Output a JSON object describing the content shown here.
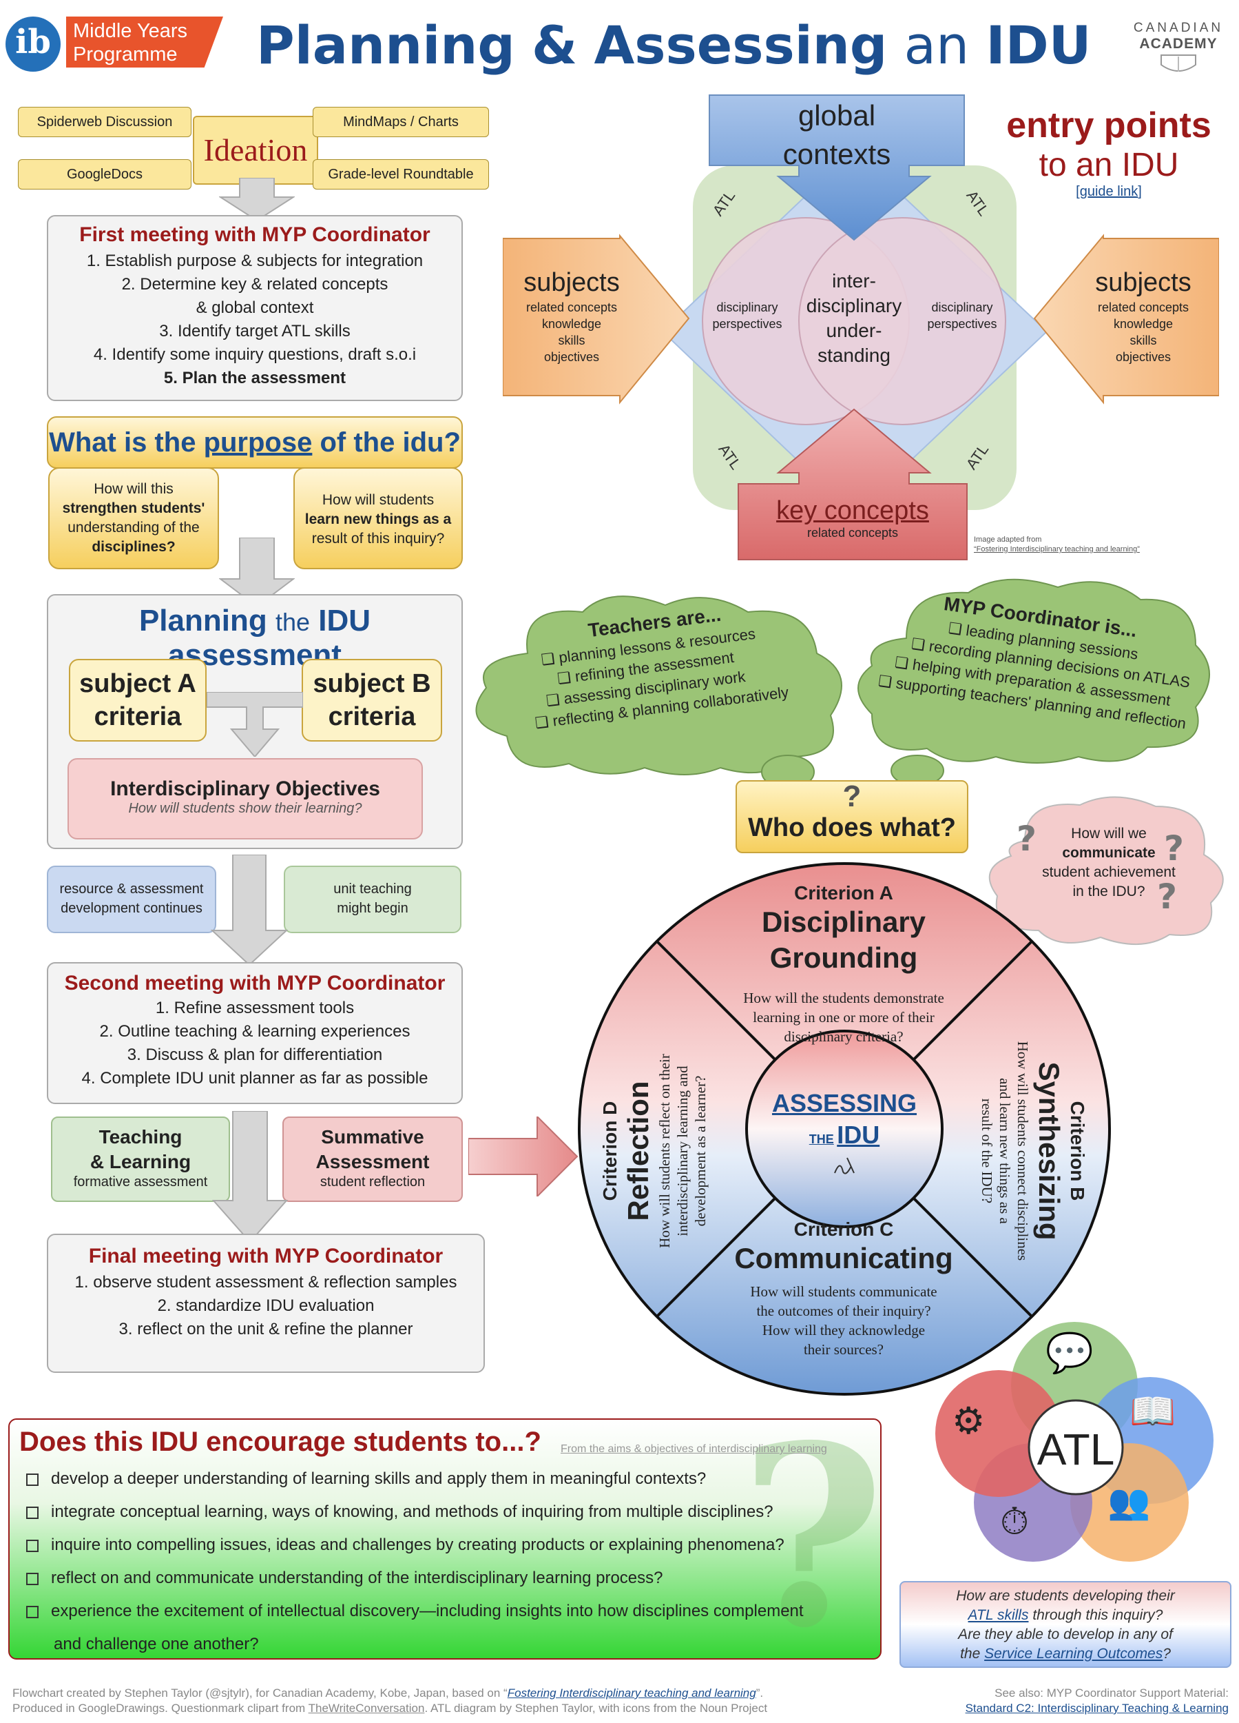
{
  "header": {
    "logo_ib": "ib",
    "logo_line1": "Middle Years",
    "logo_line2": "Programme",
    "title_planning": "Planning",
    "title_amp": "&",
    "title_assessing": "Assessing",
    "title_an": "an",
    "title_idu": "IDU",
    "school_line1": "CANADIAN",
    "school_line2": "ACADEMY"
  },
  "ideation": {
    "title": "Ideation",
    "tags": [
      "Spiderweb Discussion",
      "MindMaps / Charts",
      "GoogleDocs",
      "Grade-level Roundtable"
    ]
  },
  "first_meeting": {
    "title": "First meeting with MYP Coordinator",
    "steps": [
      "1.  Establish purpose & subjects for integration",
      "2.  Determine key & related concepts",
      "& global context",
      "3.  Identify target ATL skills",
      "4.  Identify some inquiry questions, draft s.o.i",
      "5.  Plan the assessment"
    ]
  },
  "purpose": {
    "q_a": "What is the",
    "q_b": "purpose",
    "q_c": "of the idu?",
    "left": [
      "How will this",
      "strengthen students'",
      "understanding of the",
      "disciplines?"
    ],
    "right": [
      "How will students",
      "learn new things as a",
      "result of this inquiry?"
    ]
  },
  "planning_assessment": {
    "title_a": "Planning",
    "title_b": "the",
    "title_c": "IDU assessment",
    "subject_a": [
      "subject A",
      "criteria"
    ],
    "subject_b": [
      "subject B",
      "criteria"
    ],
    "objectives": "Interdisciplinary Objectives",
    "objectives_sub": "How will students show their learning?"
  },
  "mid_tags": {
    "left": [
      "resource & assessment",
      "development continues"
    ],
    "right": [
      "unit teaching",
      "might begin"
    ]
  },
  "second_meeting": {
    "title": "Second meeting with MYP Coordinator",
    "steps": [
      "1.  Refine assessment tools",
      "2.  Outline teaching & learning experiences",
      "3.  Discuss & plan for differentiation",
      "4.  Complete IDU unit planner as far as possible"
    ]
  },
  "teaching": {
    "title": [
      "Teaching",
      "& Learning"
    ],
    "sub": "formative assessment"
  },
  "summative": {
    "title": [
      "Summative",
      "Assessment"
    ],
    "sub": "student reflection"
  },
  "final_meeting": {
    "title": "Final meeting with MYP Coordinator",
    "steps": [
      "1.  observe student assessment & reflection samples",
      "2.  standardize IDU evaluation",
      "3.  reflect on the unit & refine the planner"
    ]
  },
  "entry": {
    "title_a": "entry points",
    "title_b": "to an IDU",
    "guide": "guide link",
    "global": [
      "global",
      "contexts"
    ],
    "subjects": "subjects",
    "subject_list": [
      "related concepts",
      "knowledge",
      "skills",
      "objectives"
    ],
    "key": "key concepts",
    "key_sub": "related concepts",
    "inter": [
      "inter-",
      "disciplinary",
      "under-",
      "standing"
    ],
    "disc": [
      "disciplinary",
      "perspectives"
    ],
    "atl": "ATL",
    "credit_a": "Image adapted from",
    "credit_b": "“Fostering Interdisciplinary teaching and learning”"
  },
  "teachers": {
    "title": "Teachers are...",
    "items": [
      "planning lessons & resources",
      "refining the assessment",
      "assessing disciplinary work",
      "reflecting & planning collaboratively"
    ]
  },
  "coordinator": {
    "title": "MYP Coordinator is...",
    "items": [
      "leading planning sessions",
      "recording planning decisions on ATLAS",
      "helping with preparation & assessment",
      "supporting teachers' planning and reflection"
    ]
  },
  "who": {
    "q": "?",
    "text": "Who does what?"
  },
  "communicate": [
    "How will we",
    "communicate",
    "student achievement",
    "in the IDU?"
  ],
  "wheel": {
    "a_label": "Criterion A",
    "a_title": "Disciplinary Grounding",
    "a_text": [
      "How will the students demonstrate",
      "learning in one or more of their",
      "disciplinary criteria?"
    ],
    "b_label": "Criterion B",
    "b_title": "Synthesizing",
    "b_text": [
      "How will students connect disciplines",
      "and learn new things as a",
      "result of the IDU?"
    ],
    "c_label": "Criterion C",
    "c_title": "Communicating",
    "c_text": [
      "How will students communicate",
      "the outcomes of their inquiry?",
      "How will they acknowledge",
      "their sources?"
    ],
    "d_label": "Criterion D",
    "d_title": "Reflection",
    "d_text": [
      "How will students reflect on their",
      "interdisciplinary learning and",
      "development as a learner?"
    ],
    "center_a": "ASSESSING",
    "center_b": "THE",
    "center_c": "IDU"
  },
  "encourage": {
    "title": "Does this IDU encourage students to...?",
    "source": "From the aims & objectives of interdisciplinary learning",
    "items": [
      "develop a deeper understanding of learning skills and apply them in meaningful contexts?",
      "integrate conceptual learning, ways of knowing, and methods of inquiring from multiple disciplines?",
      "inquire into compelling issues, ideas and challenges by creating products or explaining phenomena?",
      "reflect on and communicate understanding of the interdisciplinary learning process?",
      "experience the excitement of intellectual discovery—including insights into how disciplines complement",
      "and challenge one another?"
    ]
  },
  "atl_diagram": {
    "center": "ATL"
  },
  "atl_questions": {
    "line1": "How are students developing their",
    "line2a": "ATL skills",
    "line2b": "through this inquiry?",
    "line3": "Are they able to develop in any of",
    "line4a": "the",
    "line4b": "Service Learning Outcomes",
    "line4c": "?"
  },
  "footer": {
    "left1a": "Flowchart created by Stephen Taylor (@sjtylr), for Canadian Academy, Kobe, Japan, based on “",
    "left1b": "Fostering Interdisciplinary teaching and learning",
    "left1c": "”.",
    "left2a": "Produced in GoogleDrawings. Questionmark clipart from ",
    "left2b": "TheWriteConversation",
    "left2c": ". ATL diagram by Stephen Taylor, with icons from the Noun Project",
    "right1": "See also: MYP Coordinator Support Material:",
    "right2": "Standard C2: Interdisciplinary Teaching & Learning"
  },
  "colors": {
    "dark_red": "#9b1b1b",
    "blue": "#1d4f8f",
    "orange": "#f3a55a",
    "green": "#a8c98a"
  }
}
